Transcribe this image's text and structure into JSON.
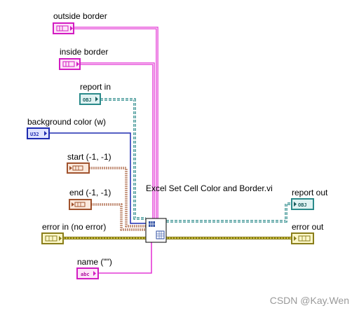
{
  "vi": {
    "title": "Excel Set Cell Color and Border.vi"
  },
  "labels": {
    "outside_border": "outside border",
    "inside_border": "inside border",
    "report_in": "report in",
    "background_color": "background color (w)",
    "start": "start (-1, -1)",
    "end": "end (-1, -1)",
    "error_in": "error in (no error)",
    "name": "name (\"\")",
    "report_out": "report out",
    "error_out": "error out"
  },
  "terminals": {
    "report_in": "OBJ",
    "background_color": "U32",
    "name": "abc",
    "report_out": "OBJ"
  },
  "colors": {
    "cluster_wire": "#e43ad5",
    "refnum_wire": "#2a8a8a",
    "u32_wire": "#1e2bb0",
    "error_wire": "#8a7e1a",
    "coord_wire": "#a0522d"
  },
  "watermark": "CSDN @Kay.Wen"
}
